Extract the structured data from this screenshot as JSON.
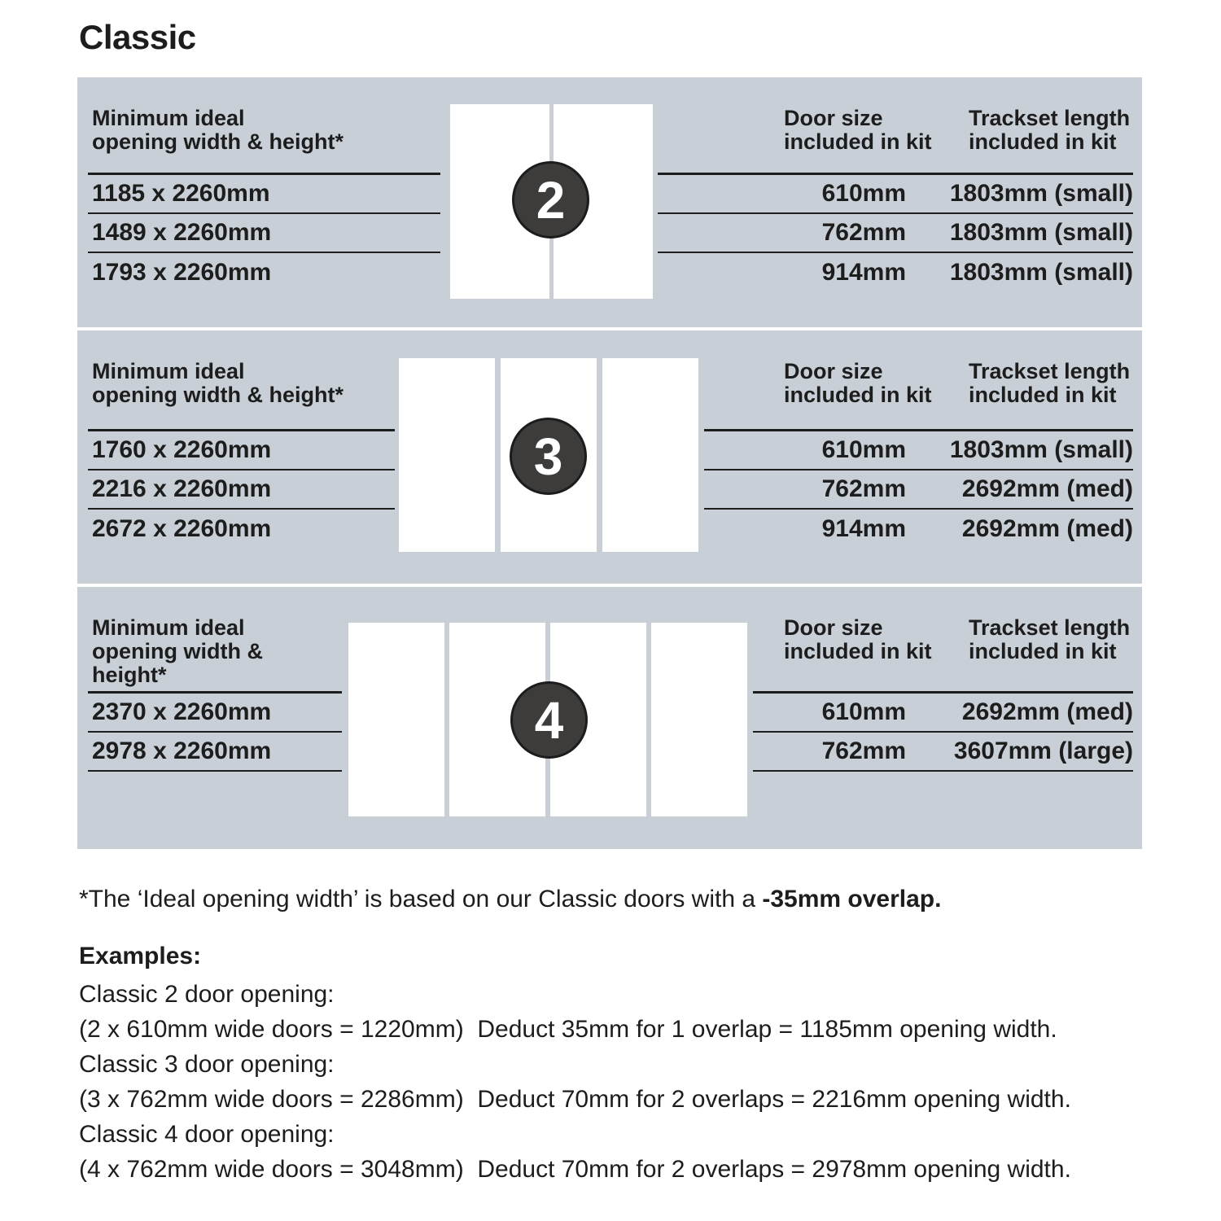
{
  "title": "Classic",
  "panel": {
    "left_header_line1": "Minimum ideal",
    "left_header_line2": "opening width & height*",
    "right_header1_line1": "Door size",
    "right_header1_line2": "included in kit",
    "right_header2_line1": "Trackset length",
    "right_header2_line2": "included in kit",
    "sections": [
      {
        "badge": "2",
        "door_count": 2,
        "openings": [
          "1185 x 2260mm",
          "1489 x 2260mm",
          "1793 x 2260mm"
        ],
        "rows": [
          {
            "door_size": "610mm",
            "trackset": "1803mm (small)"
          },
          {
            "door_size": "762mm",
            "trackset": "1803mm (small)"
          },
          {
            "door_size": "914mm",
            "trackset": "1803mm (small)"
          }
        ],
        "closing_line": false
      },
      {
        "badge": "3",
        "door_count": 3,
        "openings": [
          "1760 x 2260mm",
          "2216 x 2260mm",
          "2672 x 2260mm"
        ],
        "rows": [
          {
            "door_size": "610mm",
            "trackset": "1803mm (small)"
          },
          {
            "door_size": "762mm",
            "trackset": "2692mm (med)"
          },
          {
            "door_size": "914mm",
            "trackset": "2692mm (med)"
          }
        ],
        "closing_line": false
      },
      {
        "badge": "4",
        "door_count": 4,
        "openings": [
          "2370 x 2260mm",
          "2978 x 2260mm"
        ],
        "rows": [
          {
            "door_size": "610mm",
            "trackset": "2692mm (med)"
          },
          {
            "door_size": "762mm",
            "trackset": "3607mm (large)"
          }
        ],
        "closing_line": true
      }
    ]
  },
  "footnote": {
    "regular": "*The ‘Ideal opening width’ is based on our Classic doors with a ",
    "bold": "-35mm overlap."
  },
  "examples": {
    "heading": "Examples:",
    "lines": [
      "Classic 2 door opening:",
      "(2 x 610mm wide doors = 1220mm)  Deduct 35mm for 1 overlap = 1185mm opening width.",
      "Classic 3 door opening:",
      "(3 x 762mm wide doors = 2286mm)  Deduct 70mm for 2 overlaps = 2216mm opening width.",
      "Classic 4 door opening:",
      "(4 x 762mm wide doors = 3048mm)  Deduct 70mm for 2 overlaps = 2978mm opening width."
    ]
  },
  "colors": {
    "panel_bg": "#c8cfd6",
    "text": "#1d1d1d",
    "badge_bg": "#3d3c3b",
    "door_fill": "#ffffff"
  }
}
